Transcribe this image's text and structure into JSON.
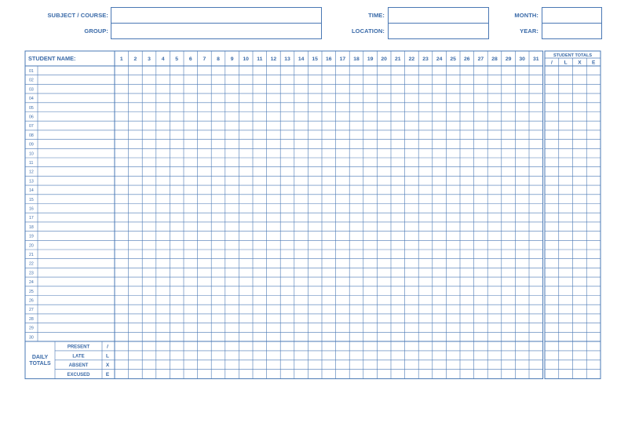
{
  "header": {
    "subject_label": "SUBJECT / COURSE:",
    "group_label": "GROUP:",
    "time_label": "TIME:",
    "location_label": "LOCATION:",
    "month_label": "MONTH:",
    "year_label": "YEAR:",
    "subject_value": "",
    "group_value": "",
    "time_value": "",
    "location_value": "",
    "month_value": "",
    "year_value": ""
  },
  "grid": {
    "student_name_label": "STUDENT NAME:",
    "days": [
      "1",
      "2",
      "3",
      "4",
      "5",
      "6",
      "7",
      "8",
      "9",
      "10",
      "11",
      "12",
      "13",
      "14",
      "15",
      "16",
      "17",
      "18",
      "19",
      "20",
      "21",
      "22",
      "23",
      "24",
      "25",
      "26",
      "27",
      "28",
      "29",
      "30",
      "31"
    ],
    "rows": [
      "01",
      "02",
      "03",
      "04",
      "05",
      "06",
      "07",
      "08",
      "09",
      "10",
      "11",
      "12",
      "13",
      "14",
      "15",
      "16",
      "17",
      "18",
      "19",
      "20",
      "21",
      "22",
      "23",
      "24",
      "25",
      "26",
      "27",
      "28",
      "29",
      "30"
    ],
    "student_totals_label": "STUDENT TOTALS",
    "totals_columns": [
      "/",
      "L",
      "X",
      "E"
    ],
    "daily_totals_label_line1": "DAILY",
    "daily_totals_label_line2": "TOTALS",
    "daily_rows": [
      {
        "label": "PRESENT",
        "code": "/"
      },
      {
        "label": "LATE",
        "code": "L"
      },
      {
        "label": "ABSENT",
        "code": "X"
      },
      {
        "label": "EXCUSED",
        "code": "E"
      }
    ]
  },
  "colors": {
    "line": "#4a78b4",
    "text": "#3a6aa8"
  }
}
